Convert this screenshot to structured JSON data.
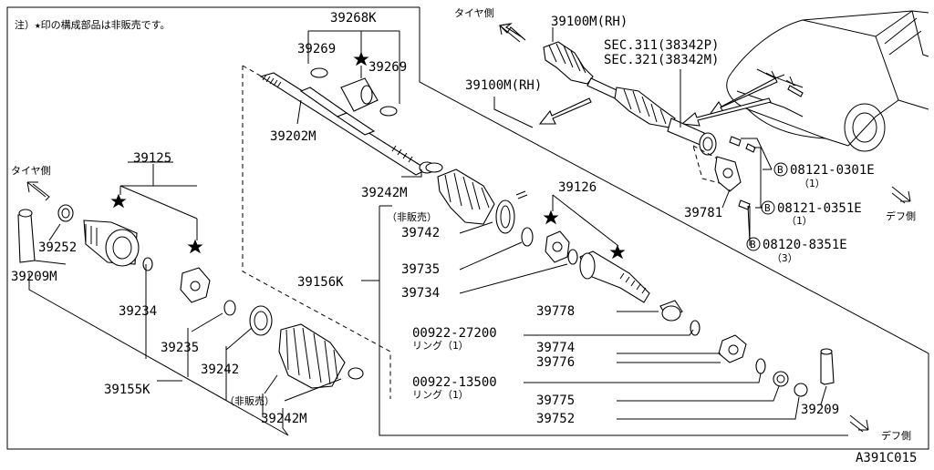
{
  "note": "注）★印の構成部品は非販売です。",
  "diagram_code": "A391C015",
  "direction_labels": {
    "tire_side": "タイヤ側",
    "diff_side": "デフ側"
  },
  "parts": {
    "p39268K": "39268K",
    "p39269a": "39269",
    "p39269b": "39269",
    "p39202M": "39202M",
    "p39242M_top": "39242M",
    "p39125": "39125",
    "p39252": "39252",
    "p39209M": "39209M",
    "p39234": "39234",
    "p39235": "39235",
    "p39242": "39242",
    "p39155K": "39155K",
    "p39242M_bottom": "39242M",
    "not_for_sale_bottom": "（非販売）",
    "p39100M_top": "39100M(RH)",
    "p39100M_mid": "39100M(RH)",
    "sec311": "SEC.311(38342P)",
    "sec321": "SEC.321(38342M)",
    "not_for_sale_mid": "（非販売）",
    "p39742": "39742",
    "p39735": "39735",
    "p39734": "39734",
    "p39156K": "39156K",
    "p39126": "39126",
    "p39781": "39781",
    "p39778": "39778",
    "ring1_num": "00922-27200",
    "ring1_label": "リング（1）",
    "p39774": "39774",
    "p39776": "39776",
    "ring2_num": "00922-13500",
    "ring2_label": "リング（1）",
    "p39775": "39775",
    "p39752": "39752",
    "p39209": "39209"
  },
  "bolts": [
    {
      "marker": "B",
      "number": "08121-0301E",
      "qty": "（1）"
    },
    {
      "marker": "B",
      "number": "08121-0351E",
      "qty": "（1）"
    },
    {
      "marker": "B",
      "number": "08120-8351E",
      "qty": "（3）"
    }
  ],
  "stars": "★"
}
